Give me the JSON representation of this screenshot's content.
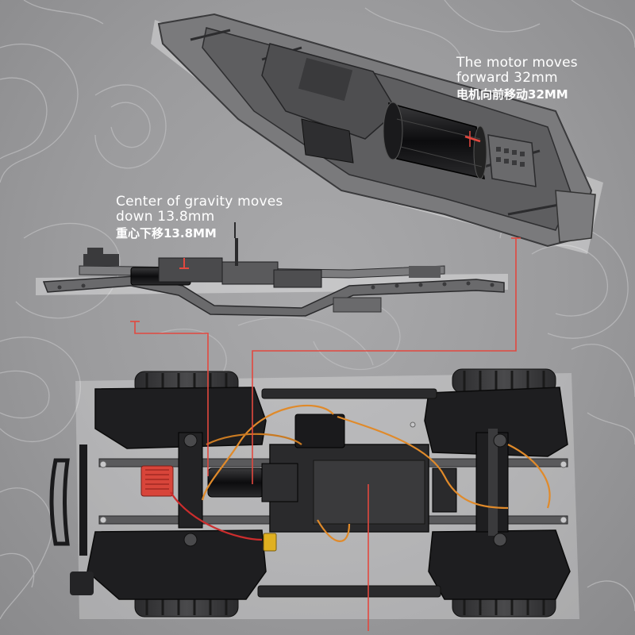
{
  "callouts": {
    "motor": {
      "line1": "The motor moves",
      "line2": "forward 32mm",
      "zh": "电机向前移动32MM"
    },
    "gravity": {
      "line1": "Center of gravity moves",
      "line2": "down 13.8mm",
      "zh": "重心下移13.8MM"
    }
  },
  "colors": {
    "background": "#9b9b9d",
    "leader_line": "#e2483f",
    "chassis_metal": "#4a4a4c",
    "body_black": "#1e1e20",
    "motor_black": "#101012",
    "esc_red": "#d8453a",
    "wire_orange": "#e08a2a"
  },
  "icons": {
    "motor": "motor-icon",
    "esc": "esc-heatsink-icon",
    "servo": "servo-icon"
  }
}
